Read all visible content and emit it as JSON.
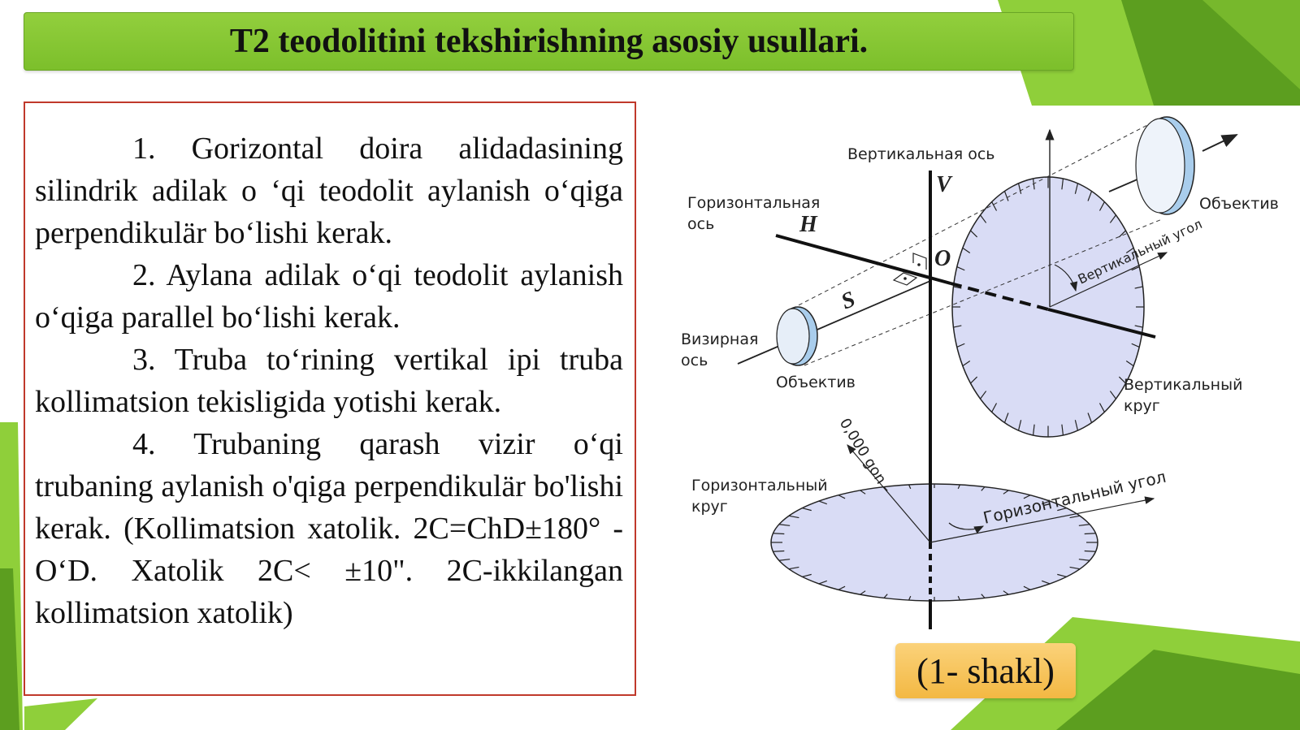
{
  "slide": {
    "title": "T2 teodolitini tekshirishning asosiy usullari.",
    "items": [
      "1. Gorizontal doira alidadasining silindrik adilak o ‘qi teodolit aylanish o‘qiga perpendikulär bo‘lishi kerak.",
      "2. Aylana adilak o‘qi teodolit aylanish o‘qiga parallel bo‘lishi kerak.",
      "3. Truba to‘rining  vertikal ipi truba kollimatsion tekisligida yotishi kerak.",
      "4. Trubaning qarash vizir o‘qi trubaning aylanish o'qiga perpendikulär bo'lishi kerak. (Kollimatsion xatolik. 2C=ChD±180° - O‘D. Xatolik 2C< ±10\". 2C-ikkilangan kollimatsion xatolik)"
    ],
    "caption": "(1- shakl)"
  },
  "diagram": {
    "labels": {
      "vertical_axis": "Вертикальная ось",
      "horizontal_axis_1": "Горизонтальная",
      "horizontal_axis_2": "ось",
      "sight_1": "Визирная",
      "sight_2": "ось",
      "objective_left": "Объектив",
      "objective_right": "Объектив",
      "vertical_circle_1": "Вертикальный",
      "vertical_circle_2": "круг",
      "vertical_angle": "Вертикальный угол",
      "horizontal_circle_1": "Горизонтальный",
      "horizontal_circle_2": "круг",
      "horizontal_angle": "Горизонтальный угол",
      "zero": "0,000 gon",
      "V": "V",
      "H": "H",
      "O": "O",
      "S": "S"
    }
  },
  "colors": {
    "green_dark": "#5c9e1f",
    "green_light": "#8fcf3a",
    "title_bar": "#8ccb37",
    "box_border": "#c0392b",
    "circle_fill": "#d9dcf5",
    "lens_fill": "#a9cdec",
    "caption_bg": "#f6c55a"
  }
}
